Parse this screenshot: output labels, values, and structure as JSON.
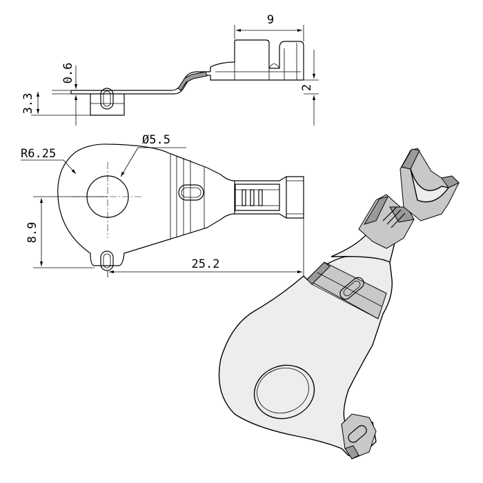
{
  "dimensions": {
    "top_width": "9",
    "thickness": "0.6",
    "height_left": "3.3",
    "height_right": "2",
    "hole_diameter": "Ø5.5",
    "ring_radius": "R6.25",
    "total_length": "25.2",
    "half_height": "8.9"
  },
  "colors": {
    "line": "#000000",
    "shade_dark": "#9a9a9a",
    "shade_light": "#c8c8c8",
    "body_fill": "#ededed"
  }
}
